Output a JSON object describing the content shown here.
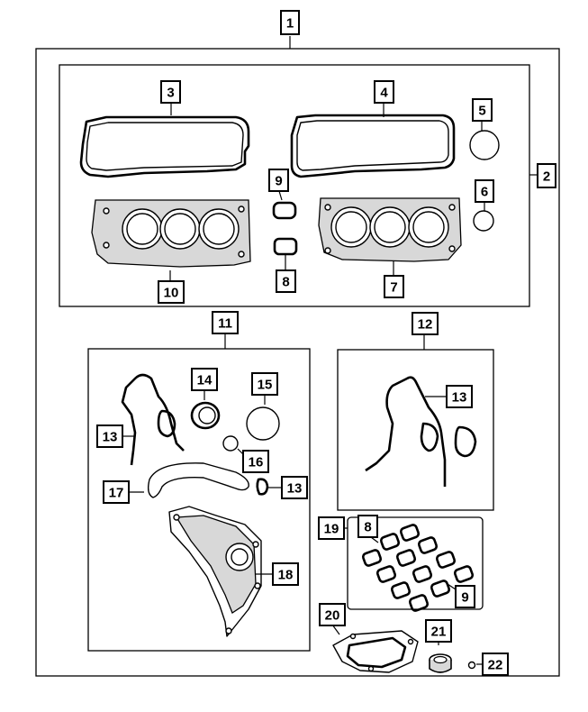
{
  "callouts": {
    "c1": "1",
    "c2": "2",
    "c3": "3",
    "c4": "4",
    "c5": "5",
    "c6": "6",
    "c7": "7",
    "c8a": "8",
    "c9a": "9",
    "c10": "10",
    "c11": "11",
    "c12": "12",
    "c13a": "13",
    "c13b": "13",
    "c13c": "13",
    "c14": "14",
    "c15": "15",
    "c16": "16",
    "c17": "17",
    "c18": "18",
    "c19": "19",
    "c8b": "8",
    "c9b": "9",
    "c20": "20",
    "c21": "21",
    "c22": "22"
  }
}
